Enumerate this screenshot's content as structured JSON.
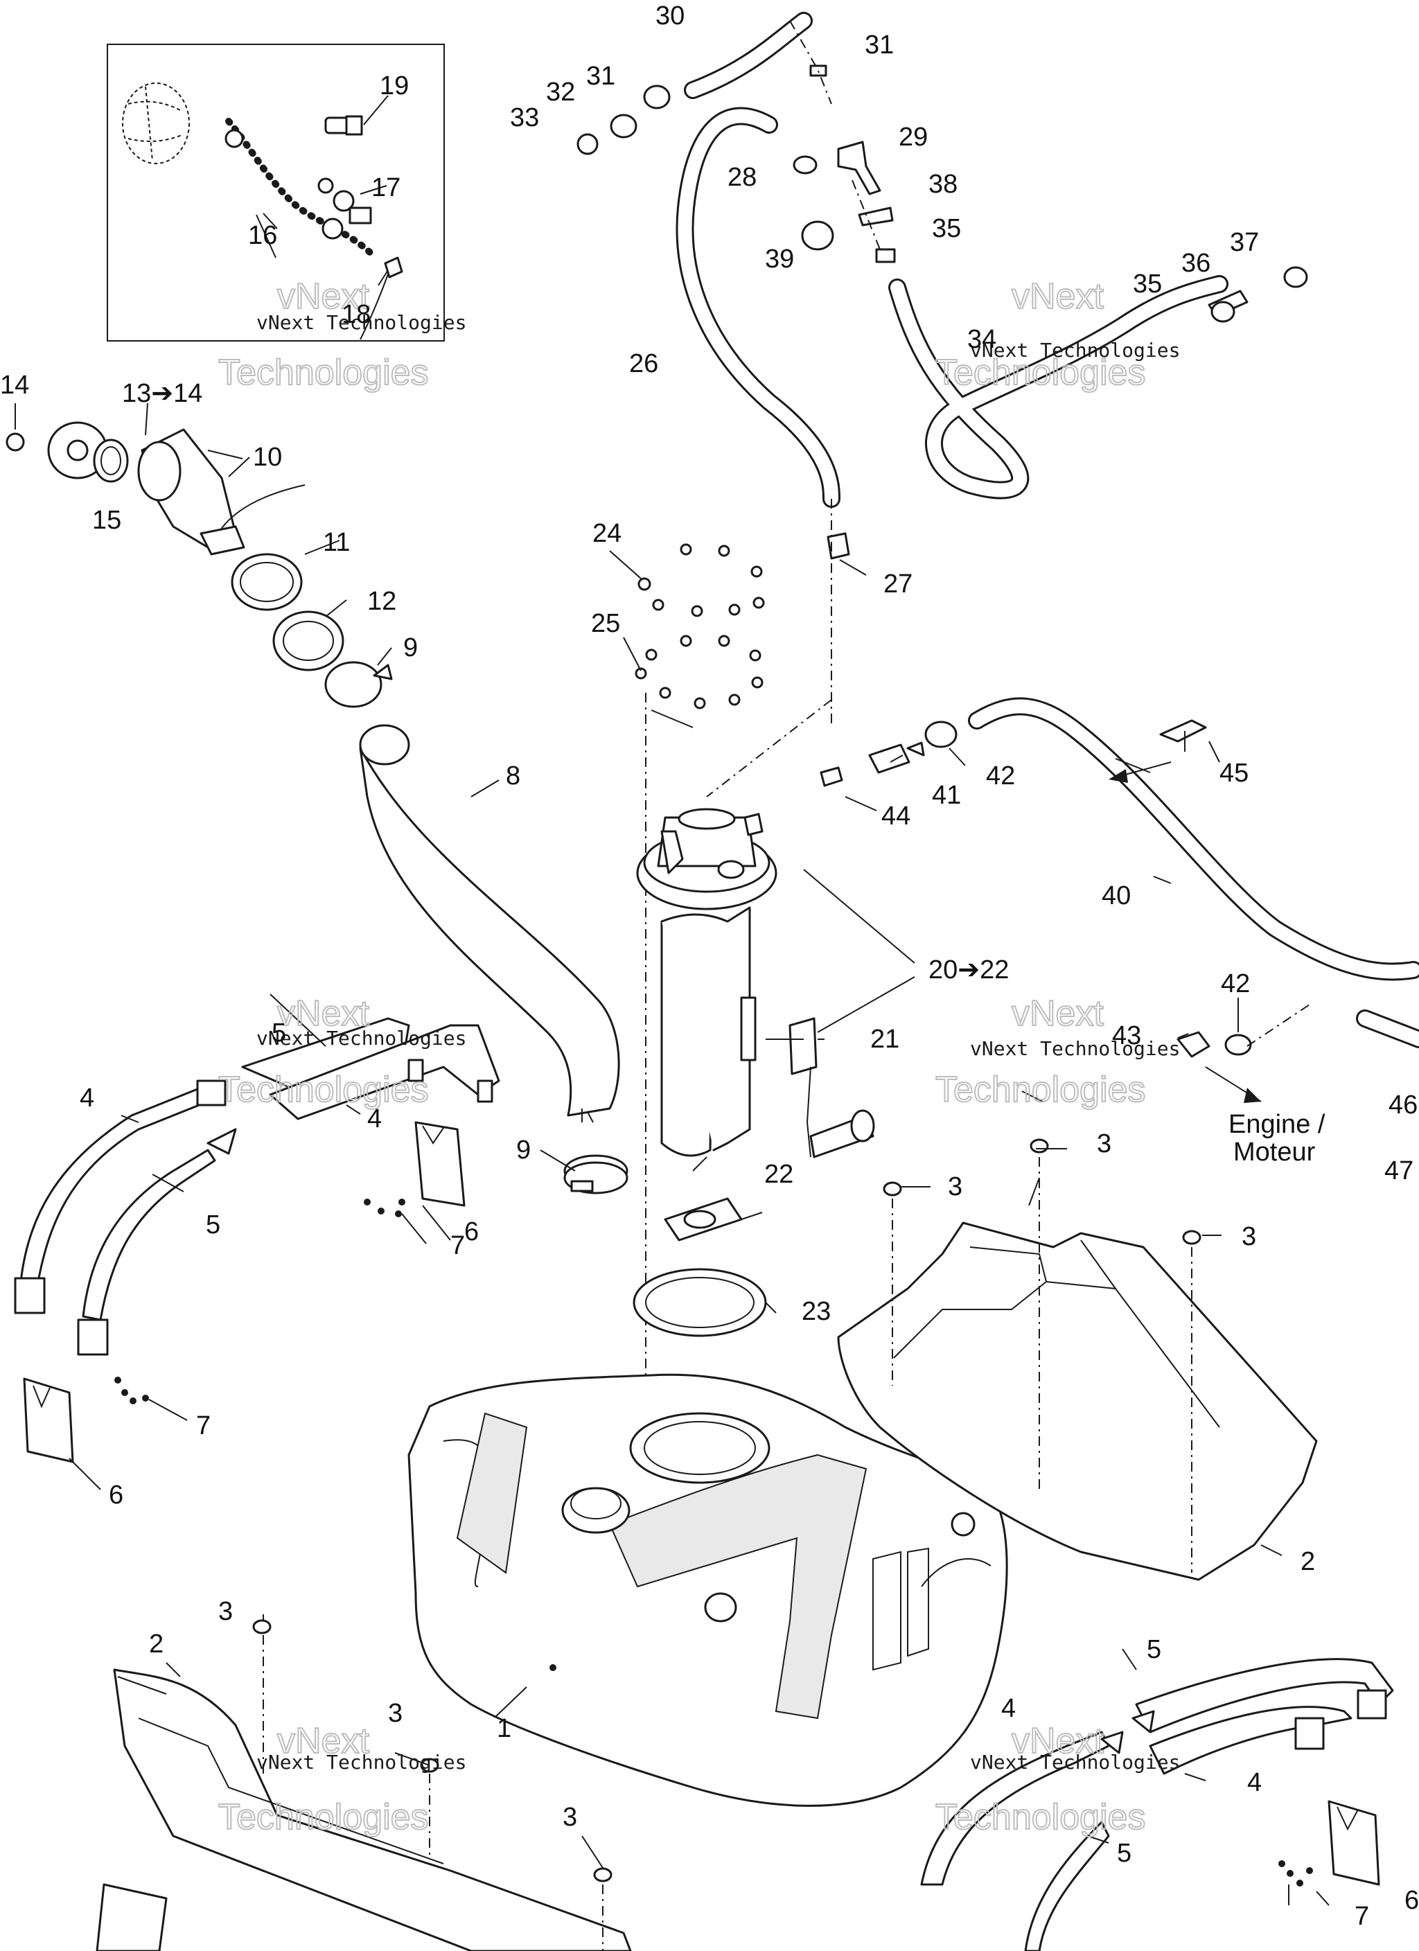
{
  "labels": {
    "p1": "1",
    "p2a": "2",
    "p2b": "2",
    "p3a": "3",
    "p3b": "3",
    "p3c": "3",
    "p3d": "3",
    "p3e": "3",
    "p3f": "3",
    "p4a": "4",
    "p4b": "4",
    "p4c": "4",
    "p4d": "4",
    "p5a": "5",
    "p5b": "5",
    "p5c": "5",
    "p5d": "5",
    "p6a": "6",
    "p6b": "6",
    "p6c": "6",
    "p7a": "7",
    "p7b": "7",
    "p7c": "7",
    "p8": "8",
    "p9a": "9",
    "p9b": "9",
    "p10": "10",
    "p11": "11",
    "p12": "12",
    "p13": "13➔14",
    "p14": "14",
    "p15": "15",
    "p16": "16",
    "p17": "17",
    "p18": "18",
    "p19": "19",
    "p20": "20➔22",
    "p21": "21",
    "p22": "22",
    "p23": "23",
    "p24": "24",
    "p25": "25",
    "p26": "26",
    "p27": "27",
    "p28": "28",
    "p29": "29",
    "p30": "30",
    "p31a": "31",
    "p31b": "31",
    "p32": "32",
    "p33": "33",
    "p34": "34",
    "p35a": "35",
    "p35b": "35",
    "p36": "36",
    "p37": "37",
    "p38": "38",
    "p39": "39",
    "p40": "40",
    "p41": "41",
    "p42a": "42",
    "p42b": "42",
    "p43": "43",
    "p44": "44",
    "p45": "45",
    "p46": "46",
    "p47": "47"
  },
  "flow_label": {
    "line1": "Engine /",
    "line2": "Moteur"
  },
  "watermark": {
    "line1": "vNext Technologies",
    "line2": "vNext",
    "line3": "Technologies"
  }
}
